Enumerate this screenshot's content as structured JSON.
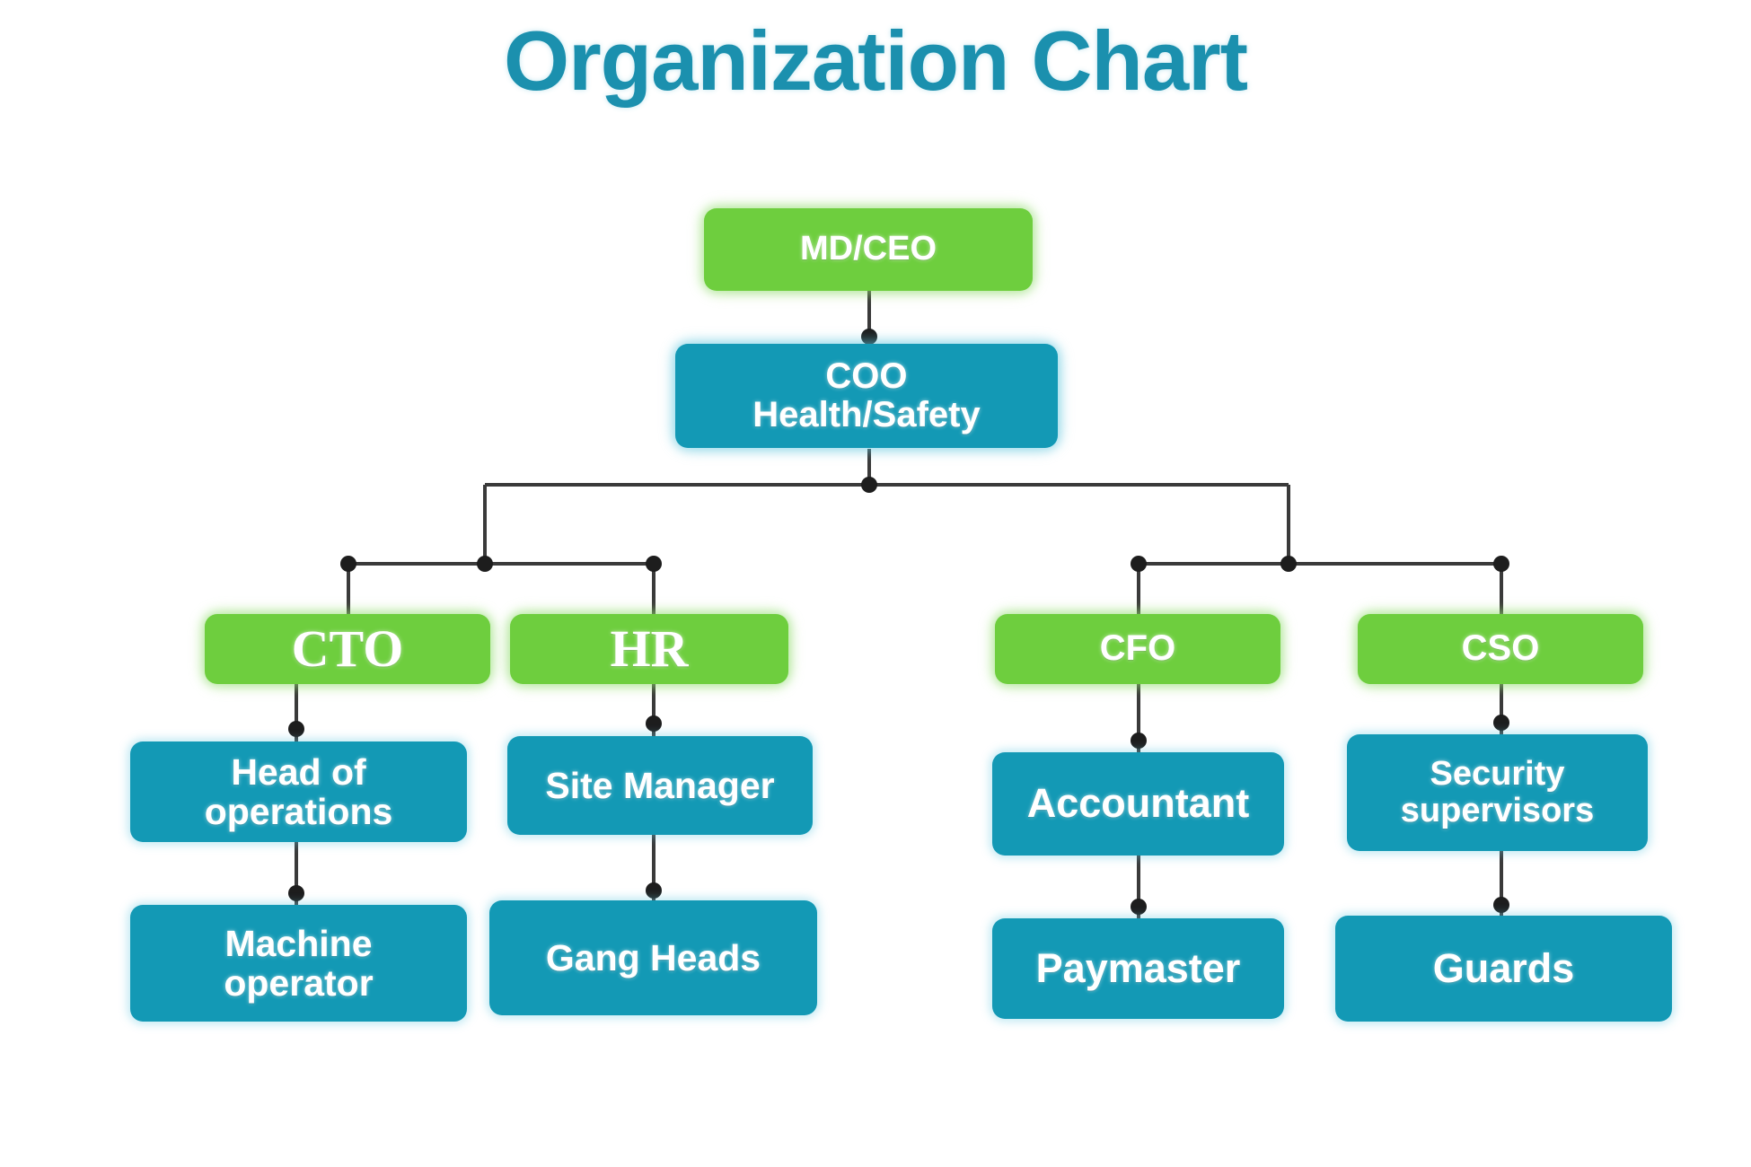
{
  "title": "Organization Chart",
  "theme": {
    "title_color": "#1b90ae",
    "green": "#6ece3e",
    "teal": "#1399b5",
    "connector": "#3a3a3a",
    "text": "#ffffff",
    "background": "#ffffff"
  },
  "chart_data": {
    "type": "diagram",
    "diagram_type": "organization-chart",
    "title": "Organization Chart",
    "nodes": [
      {
        "id": "md_ceo",
        "label": "MD/CEO",
        "level": 0,
        "color": "green",
        "font": "sans",
        "parent": null
      },
      {
        "id": "coo",
        "label": "COO\nHealth/Safety",
        "level": 1,
        "color": "teal",
        "font": "sans",
        "parent": "md_ceo"
      },
      {
        "id": "cto",
        "label": "CTO",
        "level": 2,
        "color": "green",
        "font": "serif",
        "parent": "coo"
      },
      {
        "id": "hr",
        "label": "HR",
        "level": 2,
        "color": "green",
        "font": "serif",
        "parent": "coo"
      },
      {
        "id": "cfo",
        "label": "CFO",
        "level": 2,
        "color": "green",
        "font": "sans",
        "parent": "coo"
      },
      {
        "id": "cso",
        "label": "CSO",
        "level": 2,
        "color": "green",
        "font": "sans",
        "parent": "coo"
      },
      {
        "id": "head_ops",
        "label": "Head of operations",
        "level": 3,
        "color": "teal",
        "font": "sans",
        "parent": "cto"
      },
      {
        "id": "site_manager",
        "label": "Site  Manager",
        "level": 3,
        "color": "teal",
        "font": "sans",
        "parent": "hr"
      },
      {
        "id": "accountant",
        "label": "Accountant",
        "level": 3,
        "color": "teal",
        "font": "sans",
        "parent": "cfo"
      },
      {
        "id": "security_sup",
        "label": "Security\nsupervisors",
        "level": 3,
        "color": "teal",
        "font": "sans",
        "parent": "cso"
      },
      {
        "id": "machine_op",
        "label": "Machine\noperator",
        "level": 4,
        "color": "teal",
        "font": "sans",
        "parent": "head_ops"
      },
      {
        "id": "gang_heads",
        "label": "Gang  Heads",
        "level": 4,
        "color": "teal",
        "font": "sans",
        "parent": "site_manager"
      },
      {
        "id": "paymaster",
        "label": "Paymaster",
        "level": 4,
        "color": "teal",
        "font": "sans",
        "parent": "accountant"
      },
      {
        "id": "guards",
        "label": "Guards",
        "level": 4,
        "color": "teal",
        "font": "sans",
        "parent": "security_sup"
      }
    ],
    "edges": [
      {
        "from": "md_ceo",
        "to": "coo"
      },
      {
        "from": "coo",
        "to": "cto"
      },
      {
        "from": "coo",
        "to": "hr"
      },
      {
        "from": "coo",
        "to": "cfo"
      },
      {
        "from": "coo",
        "to": "cso"
      },
      {
        "from": "cto",
        "to": "head_ops"
      },
      {
        "from": "hr",
        "to": "site_manager"
      },
      {
        "from": "cfo",
        "to": "accountant"
      },
      {
        "from": "cso",
        "to": "security_sup"
      },
      {
        "from": "head_ops",
        "to": "machine_op"
      },
      {
        "from": "site_manager",
        "to": "gang_heads"
      },
      {
        "from": "accountant",
        "to": "paymaster"
      },
      {
        "from": "security_sup",
        "to": "guards"
      }
    ]
  },
  "nodes": {
    "md_ceo": {
      "label": "MD/CEO"
    },
    "coo": {
      "label": "COO\nHealth/Safety"
    },
    "cto": {
      "label": "CTO"
    },
    "hr": {
      "label": "HR"
    },
    "cfo": {
      "label": "CFO"
    },
    "cso": {
      "label": "CSO"
    },
    "head_ops": {
      "label": "Head of operations"
    },
    "site_manager": {
      "label": "Site  Manager"
    },
    "accountant": {
      "label": "Accountant"
    },
    "security_sup": {
      "label": "Security\nsupervisors"
    },
    "machine_op": {
      "label": "Machine\noperator"
    },
    "gang_heads": {
      "label": "Gang  Heads"
    },
    "paymaster": {
      "label": "Paymaster"
    },
    "guards": {
      "label": "Guards"
    }
  }
}
